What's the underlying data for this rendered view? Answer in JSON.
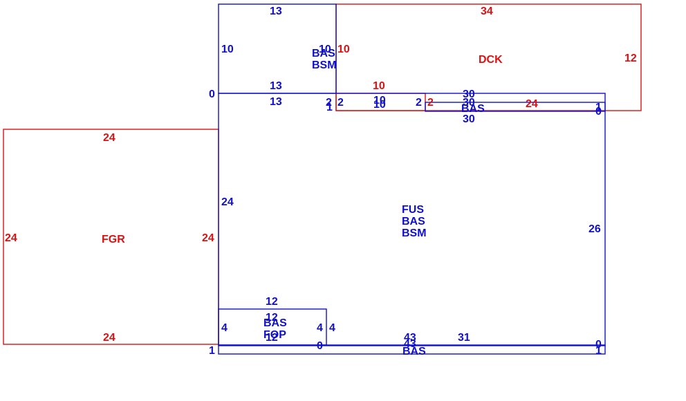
{
  "colors": {
    "blue": "#1010cc",
    "red": "#dd1111"
  },
  "areas": {
    "dck": "DCK",
    "fgr": "FGR",
    "bas_bsm_top": [
      "BAS",
      "BSM"
    ],
    "fus_bas_bsm": [
      "FUS",
      "BAS",
      "BSM"
    ],
    "bas_fop": [
      "BAS",
      "FOP"
    ],
    "bas_right_strip": "BAS",
    "bas_bottom_strip": "BAS"
  },
  "dimensions": {
    "top_block_top": "13",
    "top_block_left": "10",
    "top_block_right": "10",
    "top_block_bottom_upper": "13",
    "top_block_bottom_lower": "13",
    "corner_zero_left": "0",
    "dck_top": "34",
    "dck_right": "12",
    "dck_left": "10",
    "dck_bottom": "24",
    "small_red_top": "10",
    "small_red_bottom_a": "10",
    "small_red_bottom_b": "10",
    "small_red_left_a": "2",
    "small_red_left_b": "2",
    "small_red_right_a": "2",
    "small_red_right_b": "2",
    "small_red_left_c": "1",
    "strip_30_a": "30",
    "strip_30_b": "30",
    "strip_30_c": "30",
    "strip_right_1": "1",
    "strip_right_0": "0",
    "fgr_top": "24",
    "fgr_bottom": "24",
    "fgr_left": "24",
    "fgr_right": "24",
    "main_left": "24",
    "main_right": "26",
    "fop_top": "12",
    "fop_top_inner": "12",
    "fop_bottom": "12",
    "fop_left": "4",
    "fop_right_a": "4",
    "fop_right_b": "4",
    "fop_zero": "0",
    "bottom_43": "43",
    "bottom_43_inner": "43",
    "bottom_31": "31",
    "bottom_left_1": "1",
    "bottom_right_0": "0",
    "bottom_right_1": "1"
  }
}
